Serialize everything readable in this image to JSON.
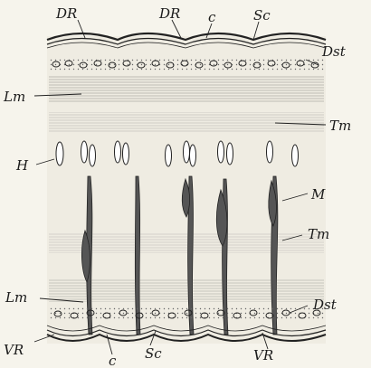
{
  "labels": {
    "dr_left": "DR",
    "dr_right": "DR",
    "c_top": "c",
    "sc_top": "Sc",
    "dst_top": "Dst",
    "lm_top": "Lm",
    "tm_upper": "Tm",
    "h": "H",
    "m": "M",
    "tm_lower": "Tm",
    "lm_bottom": "Lm",
    "dst_bottom": "Dst",
    "vr_left": "VR",
    "c_bottom": "c",
    "sc_bottom": "Sc",
    "vr_right": "VR"
  },
  "colors": {
    "ink": "#1a1a1a",
    "paper": "#f6f4ec"
  }
}
